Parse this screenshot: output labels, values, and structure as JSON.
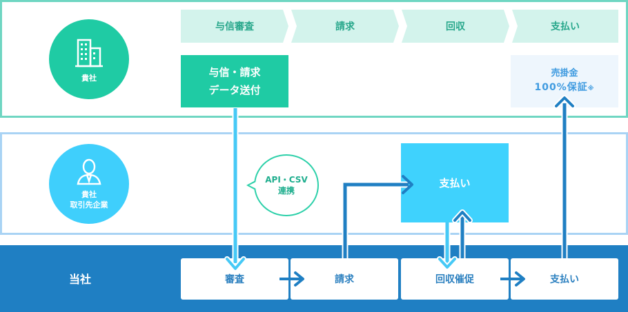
{
  "client": {
    "label": "貴社"
  },
  "partner": {
    "label": "貴社\n取引先企業"
  },
  "us": {
    "label": "当社"
  },
  "steps": [
    "与信審査",
    "請求",
    "回収",
    "支払い"
  ],
  "send_box": {
    "line1": "与信・請求",
    "line2": "データ送付"
  },
  "guarantee_box": {
    "line1": "売掛金",
    "line2": "100%保証",
    "note": "※"
  },
  "bubble": {
    "line1": "API・CSV",
    "line2": "連携"
  },
  "partner_pay": "支払い",
  "us_steps": [
    "審査",
    "請求",
    "回収催促",
    "支払い"
  ],
  "colors": {
    "client_accent": "#1fcba4",
    "partner_accent": "#3fcffc",
    "us_band": "#1f7fc3",
    "arrow_light": "#46c9f6",
    "arrow_dark": "#1f7fc3"
  },
  "icons": {
    "client": "building-icon",
    "partner": "person-icon"
  }
}
